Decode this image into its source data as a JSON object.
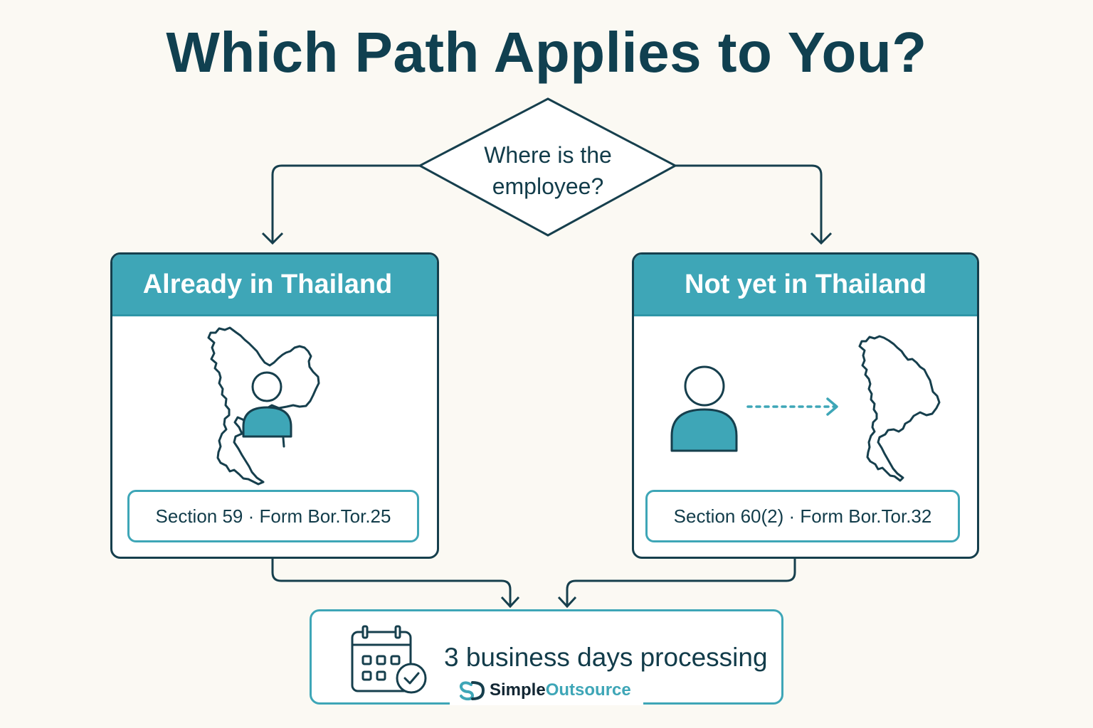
{
  "title": "Which Path Applies to You?",
  "decision": {
    "line1": "Where is the",
    "line2": "employee?"
  },
  "paths": [
    {
      "heading": "Already in Thailand",
      "form": "Section 59 · Form Bor.Tor.25",
      "icons": [
        "thailand-map-icon",
        "person-icon"
      ]
    },
    {
      "heading": "Not yet in Thailand",
      "form": "Section 60(2) · Form Bor.Tor.32",
      "icons": [
        "person-icon",
        "dotted-arrow-icon",
        "thailand-map-icon"
      ]
    }
  ],
  "result": {
    "text": "3 business days processing",
    "icon": "calendar-check-icon"
  },
  "brand": {
    "name_part1": "Simple",
    "name_part2": "Outsource"
  },
  "colors": {
    "background": "#fbf9f3",
    "navy": "#163f4d",
    "teal": "#3ea6b7",
    "title": "#104050"
  }
}
